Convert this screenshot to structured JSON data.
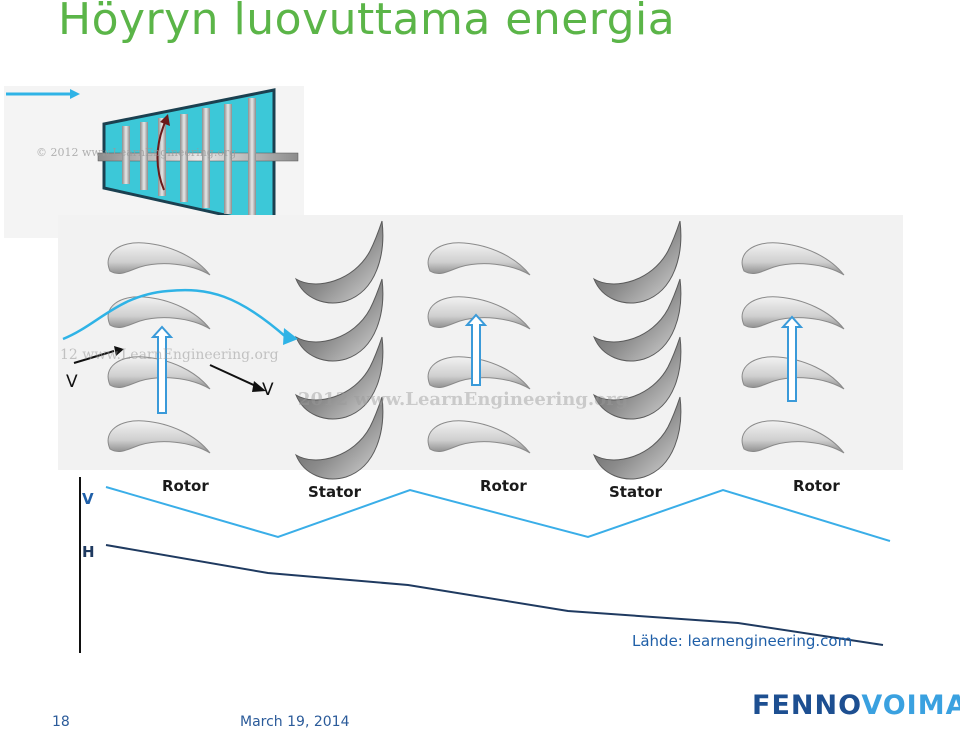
{
  "title": "Höyryn luovuttama energia",
  "inset": {
    "watermark": "© 2012 www.LearnEngineering.org"
  },
  "diagram": {
    "watermark_left": "12 www.LearnEngineering.org",
    "watermark_center": "2012 www.LearnEngineering.org",
    "velocity_in_label": "V",
    "velocity_out_label": "V",
    "stage_labels": [
      "Rotor",
      "Stator",
      "Rotor",
      "Stator",
      "Rotor"
    ],
    "v_axis_label": "V",
    "h_axis_label": "H",
    "colors": {
      "velocity_line": "#3aaee8",
      "enthalpy_line": "#1f3a60",
      "rotor_arrow": "#3a9ad9",
      "blade_dark": "#6e6e6e",
      "blade_light": "#d6d6d6"
    }
  },
  "source": "Lähde: learnengineering.com",
  "footer": {
    "page_number": "18",
    "date": "March 19, 2014"
  },
  "logo": {
    "part1": "FENNO",
    "part2": "VOIMA"
  }
}
